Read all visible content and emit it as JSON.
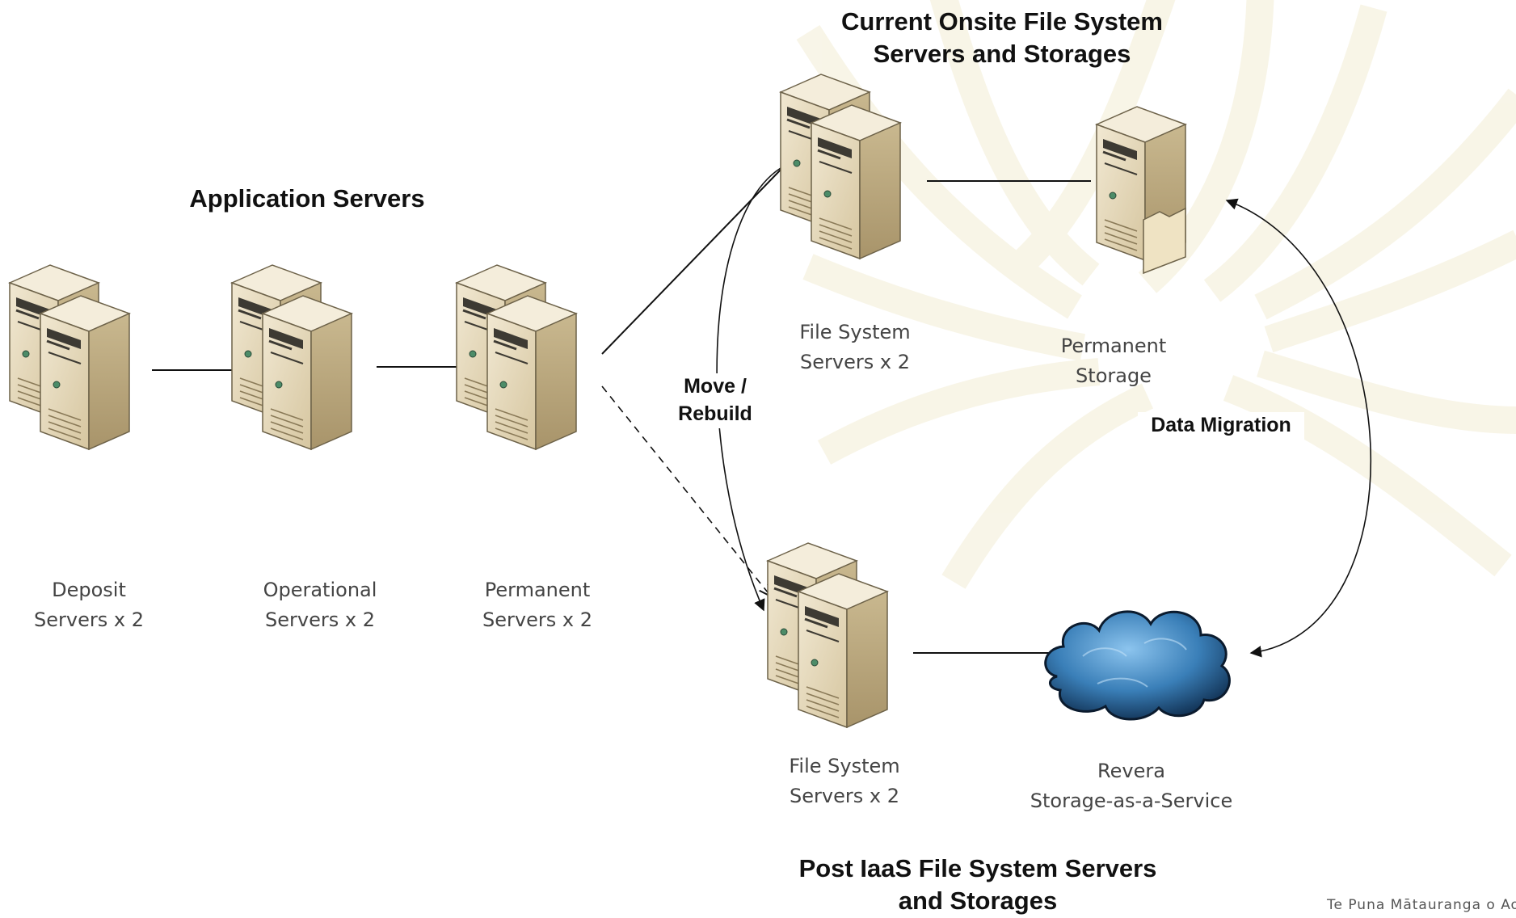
{
  "headings": {
    "application_servers": "Application Servers",
    "current_onsite": [
      "Current Onsite File System",
      "Servers and Storages"
    ],
    "post_iaas": [
      "Post IaaS File System Servers",
      "and Storages"
    ]
  },
  "nodes": {
    "deposit": [
      "Deposit",
      "Servers x 2"
    ],
    "operational": [
      "Operational",
      "Servers x 2"
    ],
    "permanent_servers": [
      "Permanent",
      "Servers x 2"
    ],
    "file_system_current": [
      "File System",
      "Servers x 2"
    ],
    "permanent_storage": [
      "Permanent",
      "Storage"
    ],
    "file_system_post": [
      "File System",
      "Servers x 2"
    ],
    "revera": [
      "Revera",
      "Storage-as-a-Service"
    ]
  },
  "connections": {
    "move_rebuild": [
      "Move /",
      "Rebuild"
    ],
    "data_migration": "Data Migration"
  },
  "footer": "Te Puna Mātauranga o Aotearo",
  "icons": {
    "server_pair": "server-pair-icon",
    "storage": "storage-server-icon",
    "cloud": "cloud-icon",
    "watermark": "fern-watermark-icon"
  },
  "colors": {
    "server_face": "#e4d7b8",
    "server_side": "#b9a67e",
    "server_top": "#f3ecd9",
    "cloud": "#4a90c8",
    "watermark": "#f6f1dc"
  }
}
